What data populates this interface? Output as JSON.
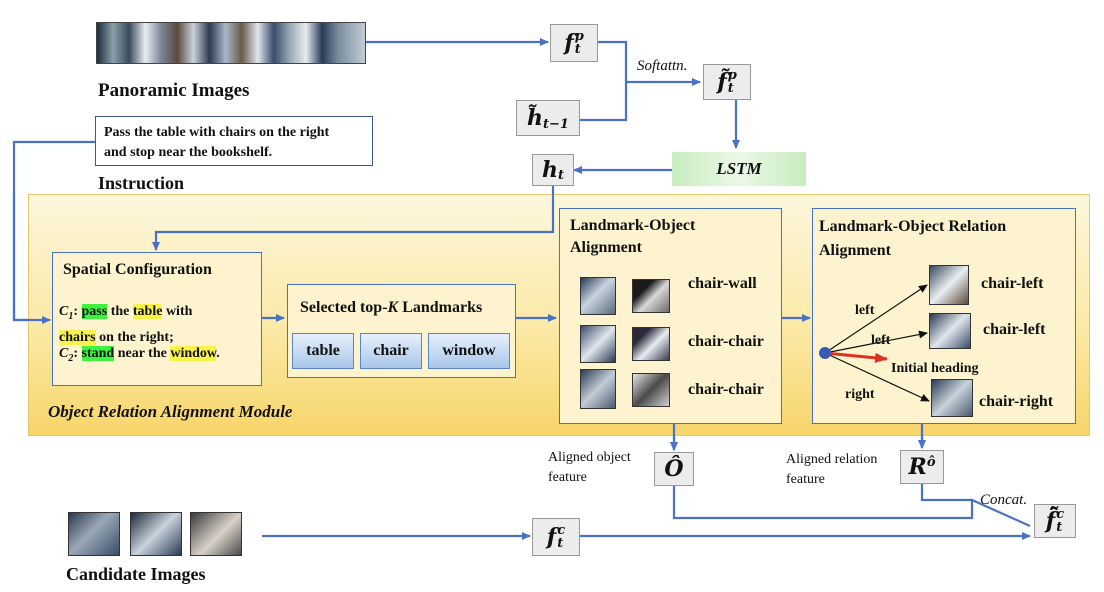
{
  "panoramic": {
    "label": "Panoramic Images"
  },
  "candidate": {
    "label": "Candidate Images"
  },
  "instruction": {
    "text_line1": "Pass the table with chairs on the right",
    "text_line2": "and stop near the bookshelf.",
    "label": "Instruction"
  },
  "nodes": {
    "f_pano": {
      "base": "f",
      "sub": "t",
      "sup": "p"
    },
    "f_pano_tilde": {
      "base": "f̃",
      "sub": "t",
      "sup": "p"
    },
    "h_prev": {
      "base": "h̃",
      "sub": "t−1"
    },
    "h_t": {
      "base": "h",
      "sub": "t"
    },
    "lstm": "LSTM",
    "softattn": "Softattn.",
    "o_hat": "Ô",
    "r_hat": {
      "base": "R",
      "sup": "ô"
    },
    "f_cand": {
      "base": "f",
      "sub": "t",
      "sup": "c"
    },
    "f_final": {
      "base": "f̂̃",
      "sub": "t",
      "sup": "c"
    },
    "concat": "Concat."
  },
  "module": {
    "title": "Object Relation Alignment Module",
    "spatial": {
      "title": "Spatial Configuration",
      "c1_label": "C",
      "c1_sub": "1",
      "c1_colon": ":",
      "c1_w1": "pass",
      "c1_t1": " the ",
      "c1_w2": "table",
      "c1_t2": " with",
      "c1_w3": "chairs",
      "c1_t3": " on the right;",
      "c2_label": "C",
      "c2_sub": "2",
      "c2_colon": ":",
      "c2_w1": "stand",
      "c2_t1": " near the ",
      "c2_w2": "window",
      "c2_t2": "."
    },
    "landmarks": {
      "title_a": "Selected top-",
      "title_k": "K",
      "title_b": " Landmarks",
      "items": [
        "table",
        "chair",
        "window"
      ]
    },
    "lo_align": {
      "title_line1": "Landmark-Object",
      "title_line2": "Alignment",
      "tags": [
        "chair-wall",
        "chair-chair",
        "chair-chair"
      ]
    },
    "lor_align": {
      "title_line1": "Landmark-Object Relation",
      "title_line2": "Alignment",
      "tags": [
        "chair-left",
        "chair-left",
        "chair-right"
      ],
      "edges": [
        "left",
        "left",
        "right"
      ],
      "heading": "Initial heading"
    }
  },
  "outputs": {
    "aligned_object_1": "Aligned object",
    "aligned_object_2": "feature",
    "aligned_relation_1": "Aligned relation",
    "aligned_relation_2": "feature"
  },
  "colors": {
    "arrow": "#4a72c4",
    "module_bg_top": "#fdf6dc",
    "module_bg_bottom": "#f7d56a",
    "lstm_bg": "#d6f0cf",
    "heading_arrow": "#e0301e"
  }
}
